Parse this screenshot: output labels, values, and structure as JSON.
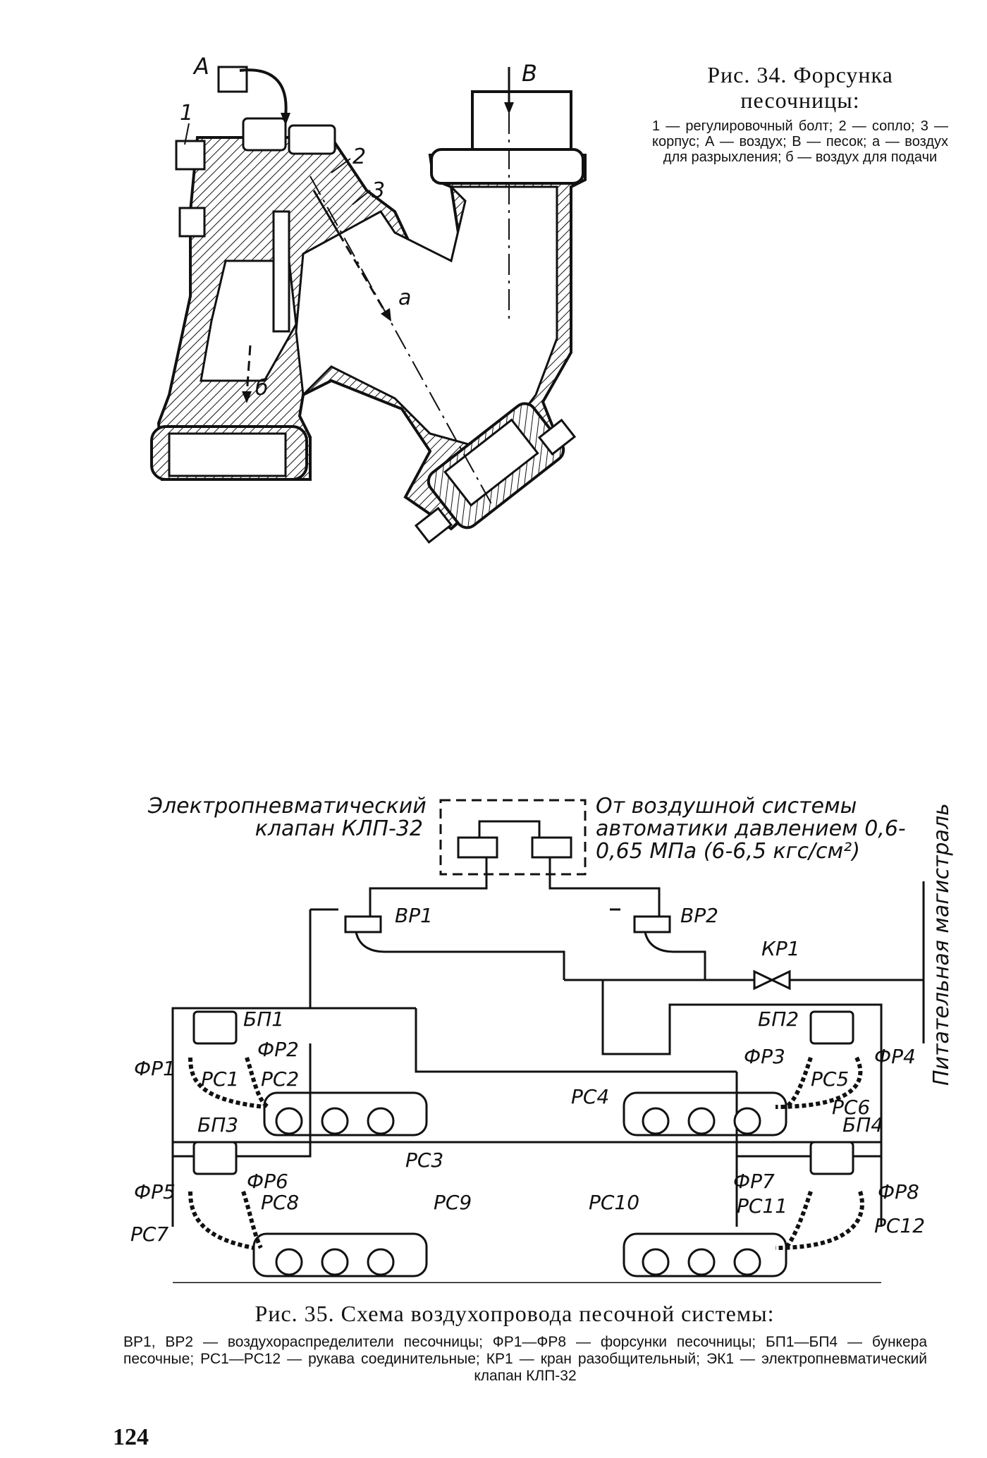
{
  "fig34": {
    "title": "Рис. 34. Форсунка песочницы:",
    "legend": "1 — регулировочный болт; 2 — сопло; 3 — корпус; А — воздух; В — песок; а — воздух для разрыхления; б — воздух для подачи",
    "labels": {
      "a_upper": "A",
      "b_upper": "B",
      "n1": "1",
      "n2": "2",
      "n3": "3",
      "a_lower": "а",
      "b_lower": "б"
    }
  },
  "fig35": {
    "title": "Рис. 35. Схема воздухопровода песочной системы:",
    "legend": "ВР1, ВР2 — воздухораспределители песочницы; ФР1—ФР8 — форсунки песочницы; БП1—БП4 — бункера песочные; РС1—РС12 — рукава соединительные; КР1 — кран разобщительный; ЭК1 — электропневматический клапан КЛП-32",
    "valve_label": "Электропневматический клапан КЛП-32",
    "supply_label": "От воздушной системы автоматики давлением 0,6-0,65 МПа (6-6,5 кгс/см²)",
    "main_line_label": "Питательная магистраль",
    "labels": {
      "vr1": "ВР1",
      "vr2": "ВР2",
      "kr1": "КР1",
      "bp1": "БП1",
      "bp2": "БП2",
      "bp3": "БП3",
      "bp4": "БП4",
      "fr1": "ФР1",
      "fr2": "ФР2",
      "fr3": "ФР3",
      "fr4": "ФР4",
      "fr5": "ФР5",
      "fr6": "ФР6",
      "fr7": "ФР7",
      "fr8": "ФР8",
      "rs1": "РС1",
      "rs2": "РС2",
      "rs3": "РС3",
      "rs4": "РС4",
      "rs5": "РС5",
      "rs6": "РС6",
      "rs7": "РС7",
      "rs8": "РС8",
      "rs9": "РС9",
      "rs10": "РС10",
      "rs11": "РС11",
      "rs12": "РС12"
    }
  },
  "page_number": "124"
}
